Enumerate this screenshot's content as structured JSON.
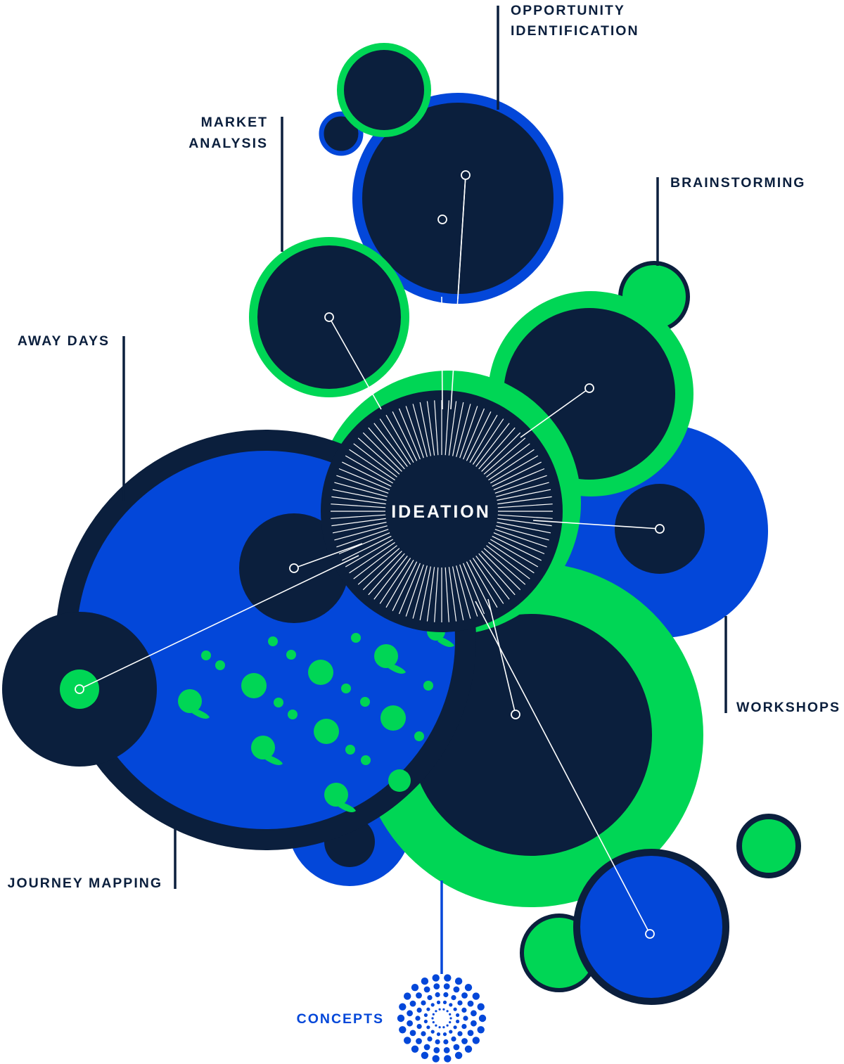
{
  "center": {
    "label": "IDEATION"
  },
  "labels": {
    "opportunity_identification": [
      "OPPORTUNITY",
      "IDENTIFICATION"
    ],
    "market_analysis": [
      "MARKET",
      "ANALYSIS"
    ],
    "brainstorming": "BRAINSTORMING",
    "away_days": "AWAY DAYS",
    "workshops": "WORKSHOPS",
    "journey_mapping": "JOURNEY MAPPING",
    "concepts": "CONCEPTS"
  },
  "colors": {
    "navy": "#0b1f3d",
    "blue": "#0347d9",
    "green": "#00d655",
    "white": "#ffffff",
    "concepts_label": "#0347d9"
  }
}
